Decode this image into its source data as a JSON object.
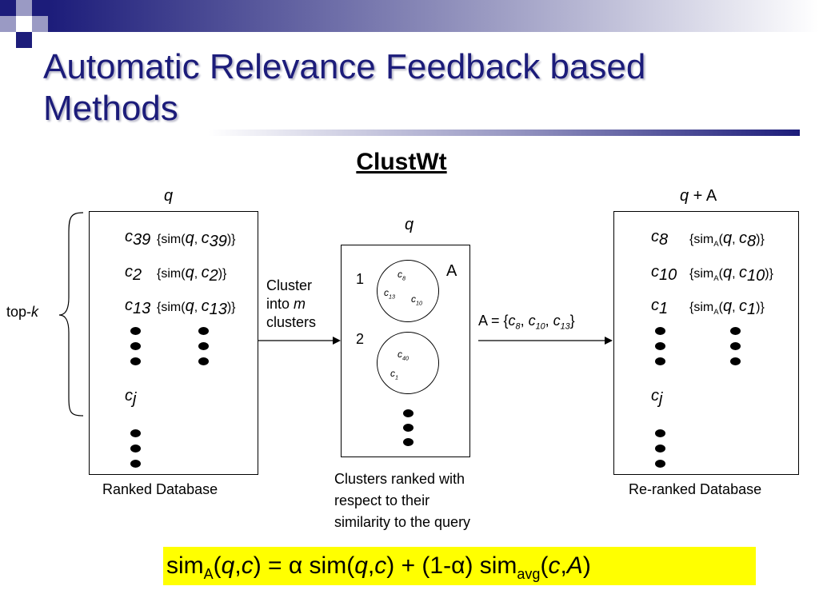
{
  "slide": {
    "title_line1": "Automatic Relevance Feedback based",
    "title_line2": "Methods",
    "subtitle": "ClustWt"
  },
  "left_panel": {
    "query": "q",
    "topk_prefix": "top-",
    "topk_var": "k",
    "docs": [
      {
        "name": "c",
        "sub": "39",
        "sim": "{sim(q, c39)}"
      },
      {
        "name": "c",
        "sub": "2",
        "sim": "{sim(q, c2)}"
      },
      {
        "name": "c",
        "sub": "13",
        "sim": "{sim(q, c13)}"
      }
    ],
    "doc_j": {
      "name": "c",
      "sub": "j"
    },
    "caption": "Ranked Database"
  },
  "middle_panel": {
    "query": "q",
    "arrow_label_line1": "Cluster",
    "arrow_label_line2a": "into ",
    "arrow_label_line2b": "m",
    "arrow_label_line3": "clusters",
    "cluster1_index": "1",
    "cluster2_index": "2",
    "cluster1_label": "A",
    "cluster1_members": [
      {
        "name": "c",
        "sub": "8"
      },
      {
        "name": "c",
        "sub": "13"
      },
      {
        "name": "c",
        "sub": "10"
      }
    ],
    "cluster2_members": [
      {
        "name": "c",
        "sub": "40"
      },
      {
        "name": "c",
        "sub": "1"
      }
    ],
    "caption_line1": "Clusters ranked with",
    "caption_line2": "respect to their",
    "caption_line3": "similarity to the query"
  },
  "arrow_right_label": "A = {c8, c10, c13}",
  "right_panel": {
    "query_label": "q + A",
    "docs": [
      {
        "name": "c",
        "sub": "8",
        "sim": "{simA(q, c8)}"
      },
      {
        "name": "c",
        "sub": "10",
        "sim": "{simA(q, c10)}"
      },
      {
        "name": "c",
        "sub": "1",
        "sim": "{simA(q, c1)}"
      }
    ],
    "doc_j": {
      "name": "c",
      "sub": "j"
    },
    "caption": "Re-ranked Database"
  },
  "formula": "simA(q,c) = α sim(q,c) + (1-α) simavg(c,A)",
  "colors": {
    "title": "#1c1c7a",
    "formula_bg": "#ffff00",
    "header_blue": "#1c1c7a"
  }
}
